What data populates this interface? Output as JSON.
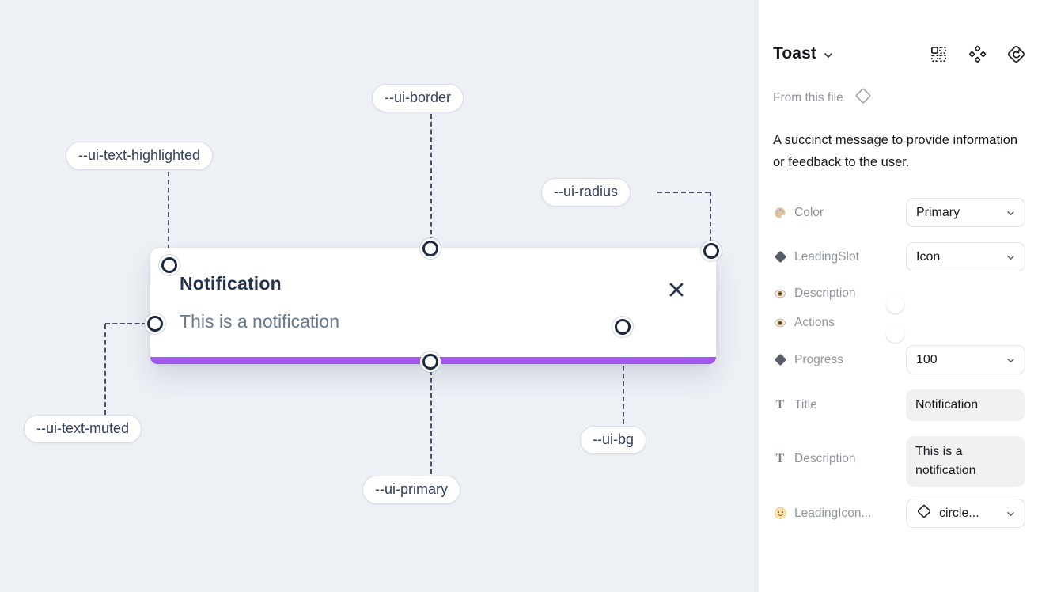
{
  "canvas": {
    "toast": {
      "title": "Notification",
      "description": "This is a notification"
    },
    "annotations": [
      {
        "id": "ui-border",
        "label": "--ui-border"
      },
      {
        "id": "ui-text-highlighted",
        "label": "--ui-text-highlighted"
      },
      {
        "id": "ui-radius",
        "label": "--ui-radius"
      },
      {
        "id": "ui-text-muted",
        "label": "--ui-text-muted"
      },
      {
        "id": "ui-primary",
        "label": "--ui-primary"
      },
      {
        "id": "ui-bg",
        "label": "--ui-bg"
      }
    ],
    "colors": {
      "canvas_bg": "#edf0f5",
      "primary_bar": "#a355f0",
      "annotation_line": "#44506b"
    }
  },
  "panel": {
    "title": "Toast",
    "source": "From this file",
    "description": "A succinct message to provide information or feedback to the user.",
    "icons": [
      "variants-grid-icon",
      "component-diamonds-icon",
      "instance-swap-icon"
    ],
    "colors": {
      "toggle_on": "#2499f4"
    },
    "properties": [
      {
        "icon": "palette-icon",
        "label": "Color",
        "control": "select",
        "value": "Primary"
      },
      {
        "icon": "diamond-icon",
        "label": "LeadingSlot",
        "control": "select",
        "value": "Icon"
      },
      {
        "icon": "eye-icon",
        "label": "Description",
        "control": "toggle",
        "value": "On"
      },
      {
        "icon": "eye-icon",
        "label": "Actions",
        "control": "toggle",
        "value": "On"
      },
      {
        "icon": "diamond-icon",
        "label": "Progress",
        "control": "select",
        "value": "100"
      },
      {
        "icon": "text-icon",
        "label": "Title",
        "control": "text",
        "value": "Notification"
      },
      {
        "icon": "text-icon",
        "label": "Description",
        "control": "text",
        "value": "This is a notification"
      },
      {
        "icon": "smiley-icon",
        "label": "LeadingIcon...",
        "control": "select",
        "value": "circle..."
      }
    ]
  }
}
